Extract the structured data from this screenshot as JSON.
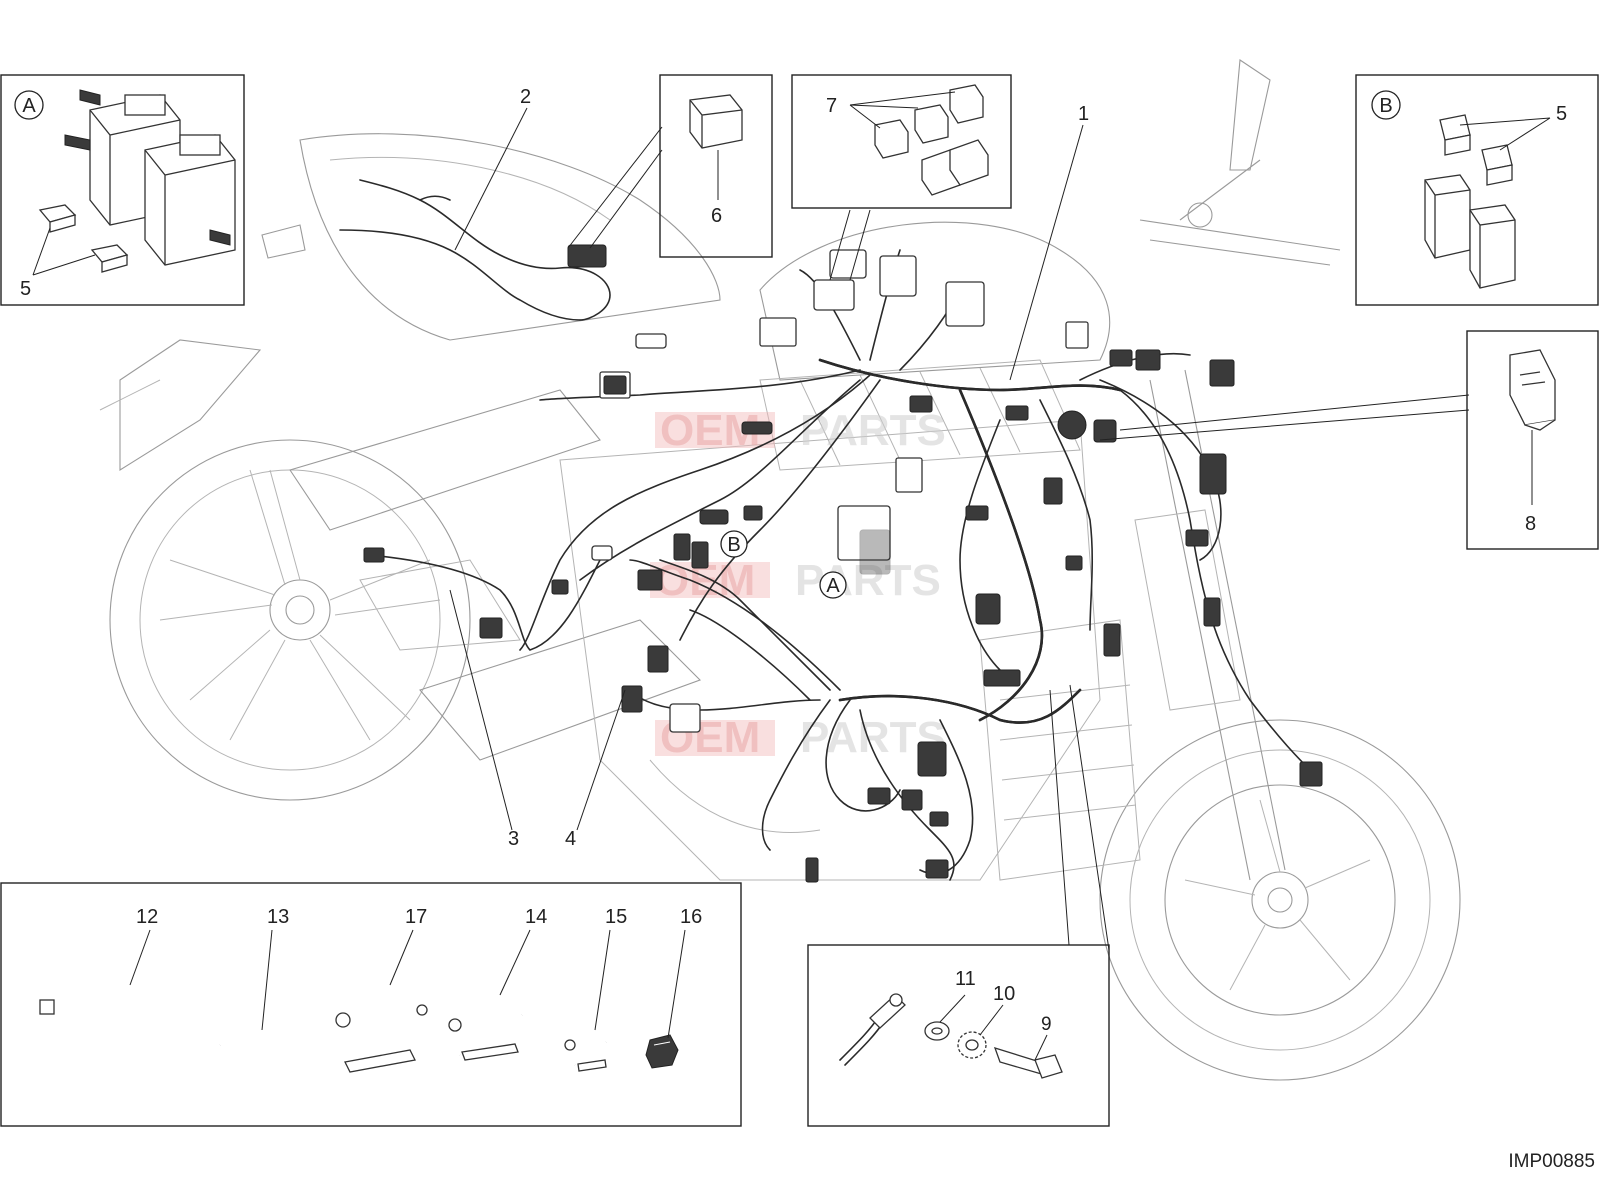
{
  "diagram_code": "IMP00885",
  "callouts": {
    "c1": "1",
    "c2": "2",
    "c3": "3",
    "c4": "4",
    "c5_left": "5",
    "c5_right": "5",
    "c6": "6",
    "c7": "7",
    "c8": "8",
    "c9": "9",
    "c10": "10",
    "c11": "11",
    "c12": "12",
    "c13": "13",
    "c14": "14",
    "c15": "15",
    "c16": "16",
    "c17": "17"
  },
  "detail_refs": {
    "a_box": "A",
    "b_box": "B",
    "a_on_bike": "A",
    "b_on_bike": "B"
  },
  "watermark": {
    "left_word": "OEM",
    "right_word": "PARTS"
  }
}
